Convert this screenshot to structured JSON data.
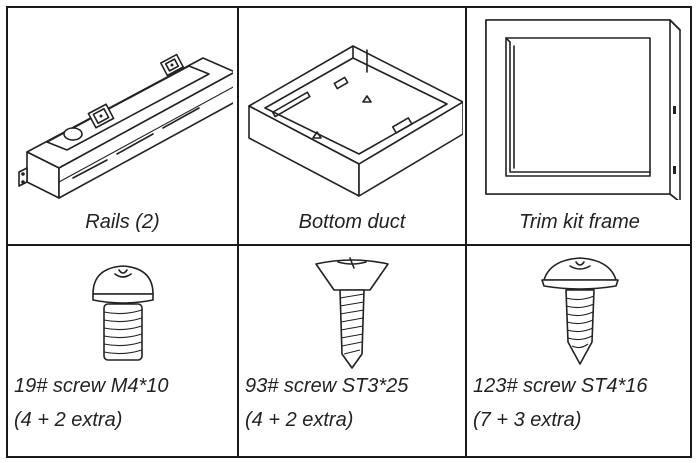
{
  "parts": [
    {
      "name": "Rails (2)"
    },
    {
      "name": "Bottom duct"
    },
    {
      "name": "Trim kit frame"
    }
  ],
  "screws": [
    {
      "name": "19# screw M4*10",
      "qty": "(4 + 2 extra)"
    },
    {
      "name": "93# screw ST3*25",
      "qty": "(4 + 2 extra)"
    },
    {
      "name": "123# screw ST4*16",
      "qty": "(7 + 3 extra)"
    }
  ]
}
